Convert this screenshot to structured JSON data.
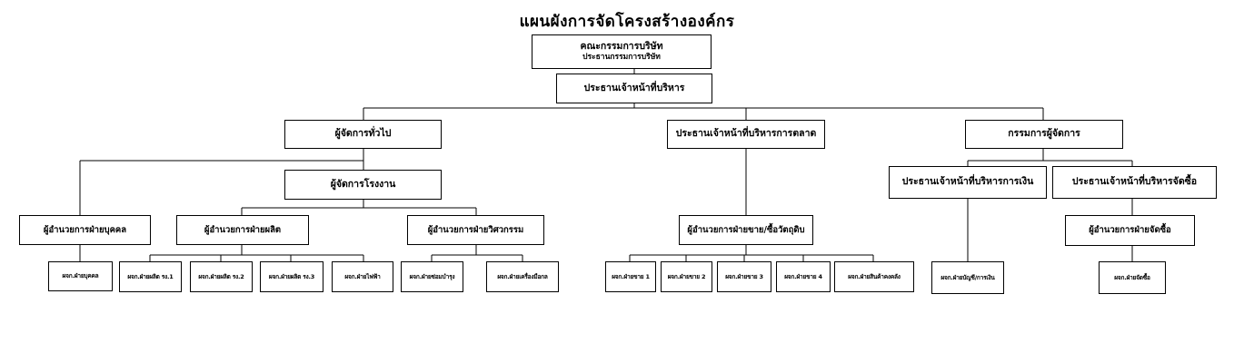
{
  "title": "แผนผังการจัดโครงสร้างองค์กร",
  "board": {
    "name": "คณะกรรมการบริษัท",
    "chair": "ประธานกรรมการบริษัท"
  },
  "ceo": "ประธานเจ้าหน้าที่บริหาร",
  "level2": {
    "general_manager": "ผู้จัดการทั่วไป",
    "cmo": "ประธานเจ้าหน้าที่บริหารการตลาด",
    "managing_director": "กรรมการผู้จัดการ"
  },
  "plant_manager": "ผู้จัดการโรงงาน",
  "finance_officer": "ประธานเจ้าหน้าที่บริหารการเงิน",
  "purchasing_officer": "ประธานเจ้าหน้าที่บริหารจัดซื้อ",
  "directors": {
    "hr": "ผู้อำนวยการฝ่ายบุคคล",
    "production": "ผู้อำนวยการฝ่ายผลิต",
    "engineering": "ผู้อำนวยการฝ่ายวิศวกรรม",
    "sales_procurement": "ผู้อำนวยการฝ่ายขาย/ซื้อวัตถุดิบ",
    "purchasing": "ผู้อำนวยการฝ่ายจัดซื้อ"
  },
  "units": {
    "hr": "ผจก.ฝ่ายบุคคล",
    "prod1": "ผจก.ฝ่ายผลิต รง.1",
    "prod2": "ผจก.ฝ่ายผลิต รง.2",
    "prod3": "ผจก.ฝ่ายผลิต รง.3",
    "electric": "ผจก.ฝ่ายไฟฟ้า",
    "maintenance": "ผจก.ฝ่ายซ่อมบำรุง",
    "machinery": "ผจก.ฝ่ายเครื่องมือกล",
    "sales1": "ผจก.ฝ่ายขาย 1",
    "sales2": "ผจก.ฝ่ายขาย 2",
    "sales3": "ผจก.ฝ่ายขาย 3",
    "sales4": "ผจก.ฝ่ายขาย 4",
    "warehouse": "ผจก.ฝ่ายสินค้าคงคลัง",
    "accounting": "ผจก.ฝ่ายบัญชี/การเงิน",
    "purchasing": "ผจก.ฝ่ายจัดซื้อ"
  }
}
